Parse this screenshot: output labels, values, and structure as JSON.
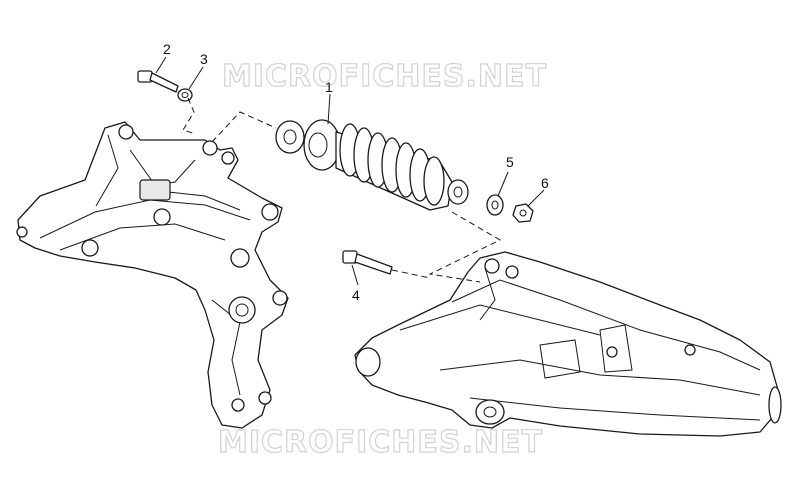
{
  "watermark": {
    "text": "MICROFICHES.NET"
  },
  "callouts": [
    {
      "id": "1",
      "label": "1"
    },
    {
      "id": "2",
      "label": "2"
    },
    {
      "id": "3",
      "label": "3"
    },
    {
      "id": "4",
      "label": "4"
    },
    {
      "id": "5",
      "label": "5"
    },
    {
      "id": "6",
      "label": "6"
    }
  ],
  "parts": {
    "1": "rear shock absorber",
    "2": "screw",
    "3": "washer",
    "4": "screw",
    "5": "bushing",
    "6": "nut"
  },
  "colors": {
    "line": "#1a1a1a",
    "background": "#ffffff",
    "watermark": "#d2d2d2"
  }
}
